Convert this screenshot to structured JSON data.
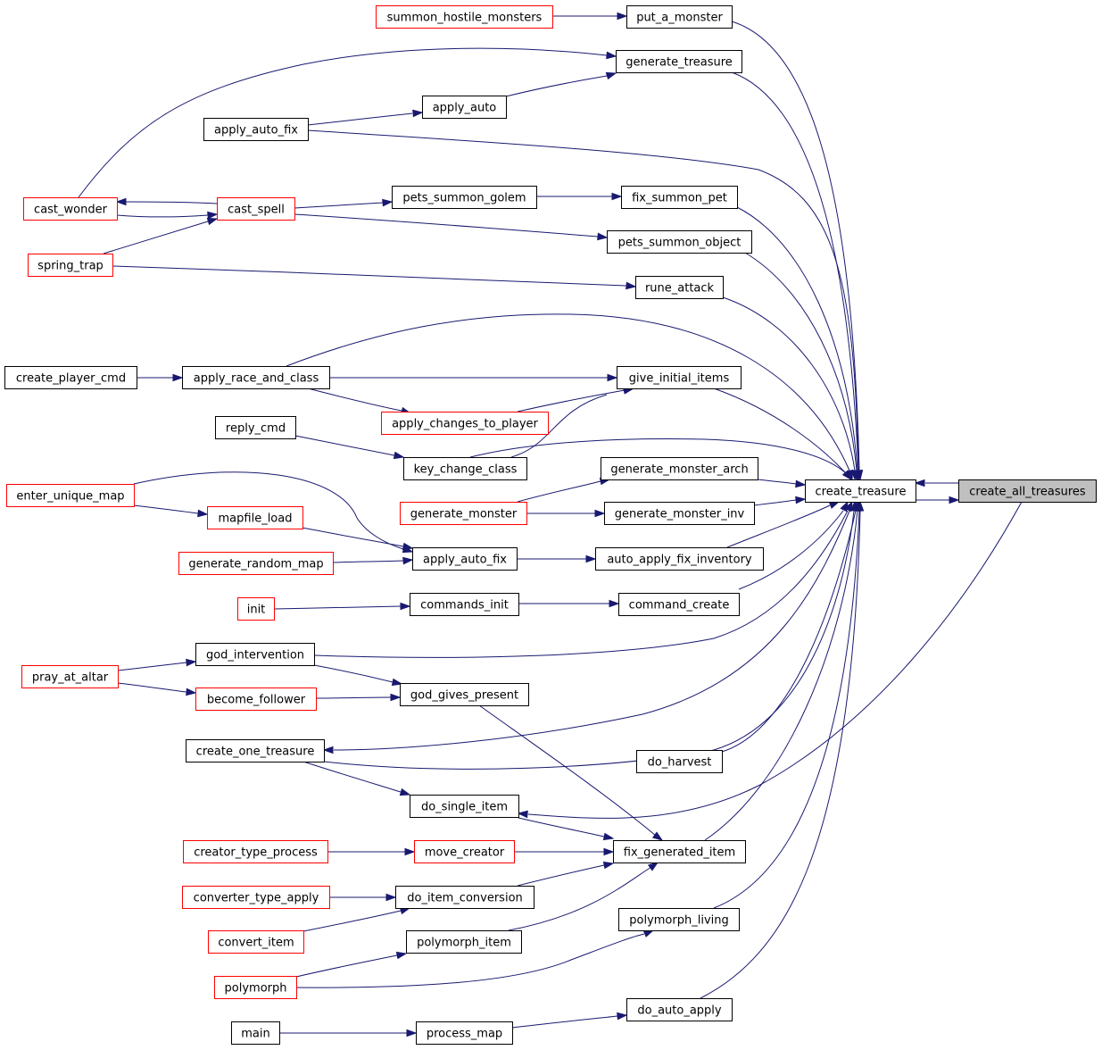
{
  "colors": {
    "edge": "#191970",
    "node_border_default": "#000000",
    "node_border_truncated": "#ff0000",
    "node_fill": "#ffffff",
    "root_fill": "#bfbfbf"
  },
  "nodes": [
    {
      "id": "create_all_treasures",
      "label": "create_all_treasures",
      "style": "root"
    },
    {
      "id": "create_treasure",
      "label": "create_treasure",
      "style": "normal"
    },
    {
      "id": "put_a_monster",
      "label": "put_a_monster",
      "style": "normal"
    },
    {
      "id": "summon_hostile_monsters",
      "label": "summon_hostile_monsters",
      "style": "truncated"
    },
    {
      "id": "generate_treasure",
      "label": "generate_treasure",
      "style": "normal"
    },
    {
      "id": "apply_auto",
      "label": "apply_auto",
      "style": "normal"
    },
    {
      "id": "apply_auto_fix_top",
      "label": "apply_auto_fix",
      "style": "normal"
    },
    {
      "id": "cast_wonder",
      "label": "cast_wonder",
      "style": "truncated"
    },
    {
      "id": "cast_spell",
      "label": "cast_spell",
      "style": "truncated"
    },
    {
      "id": "pets_summon_golem",
      "label": "pets_summon_golem",
      "style": "normal"
    },
    {
      "id": "fix_summon_pet",
      "label": "fix_summon_pet",
      "style": "normal"
    },
    {
      "id": "pets_summon_object",
      "label": "pets_summon_object",
      "style": "normal"
    },
    {
      "id": "spring_trap",
      "label": "spring_trap",
      "style": "truncated"
    },
    {
      "id": "rune_attack",
      "label": "rune_attack",
      "style": "normal"
    },
    {
      "id": "create_player_cmd",
      "label": "create_player_cmd",
      "style": "normal"
    },
    {
      "id": "apply_race_and_class",
      "label": "apply_race_and_class",
      "style": "normal"
    },
    {
      "id": "give_initial_items",
      "label": "give_initial_items",
      "style": "normal"
    },
    {
      "id": "apply_changes_to_player",
      "label": "apply_changes_to_player",
      "style": "truncated"
    },
    {
      "id": "reply_cmd",
      "label": "reply_cmd",
      "style": "normal"
    },
    {
      "id": "key_change_class",
      "label": "key_change_class",
      "style": "normal"
    },
    {
      "id": "generate_monster_arch",
      "label": "generate_monster_arch",
      "style": "normal"
    },
    {
      "id": "generate_monster",
      "label": "generate_monster",
      "style": "truncated"
    },
    {
      "id": "generate_monster_inv",
      "label": "generate_monster_inv",
      "style": "normal"
    },
    {
      "id": "enter_unique_map",
      "label": "enter_unique_map",
      "style": "truncated"
    },
    {
      "id": "mapfile_load",
      "label": "mapfile_load",
      "style": "truncated"
    },
    {
      "id": "generate_random_map",
      "label": "generate_random_map",
      "style": "truncated"
    },
    {
      "id": "apply_auto_fix_mid",
      "label": "apply_auto_fix",
      "style": "normal"
    },
    {
      "id": "auto_apply_fix_inventory",
      "label": "auto_apply_fix_inventory",
      "style": "normal"
    },
    {
      "id": "init",
      "label": "init",
      "style": "truncated"
    },
    {
      "id": "commands_init",
      "label": "commands_init",
      "style": "normal"
    },
    {
      "id": "command_create",
      "label": "command_create",
      "style": "normal"
    },
    {
      "id": "god_intervention",
      "label": "god_intervention",
      "style": "normal"
    },
    {
      "id": "pray_at_altar",
      "label": "pray_at_altar",
      "style": "truncated"
    },
    {
      "id": "become_follower",
      "label": "become_follower",
      "style": "truncated"
    },
    {
      "id": "god_gives_present",
      "label": "god_gives_present",
      "style": "normal"
    },
    {
      "id": "create_one_treasure",
      "label": "create_one_treasure",
      "style": "normal"
    },
    {
      "id": "do_harvest",
      "label": "do_harvest",
      "style": "normal"
    },
    {
      "id": "do_single_item",
      "label": "do_single_item",
      "style": "normal"
    },
    {
      "id": "creator_type_process",
      "label": "creator_type_process",
      "style": "truncated"
    },
    {
      "id": "move_creator",
      "label": "move_creator",
      "style": "truncated"
    },
    {
      "id": "fix_generated_item",
      "label": "fix_generated_item",
      "style": "normal"
    },
    {
      "id": "converter_type_apply",
      "label": "converter_type_apply",
      "style": "truncated"
    },
    {
      "id": "do_item_conversion",
      "label": "do_item_conversion",
      "style": "normal"
    },
    {
      "id": "convert_item",
      "label": "convert_item",
      "style": "truncated"
    },
    {
      "id": "polymorph_item",
      "label": "polymorph_item",
      "style": "normal"
    },
    {
      "id": "polymorph_living",
      "label": "polymorph_living",
      "style": "normal"
    },
    {
      "id": "polymorph",
      "label": "polymorph",
      "style": "truncated"
    },
    {
      "id": "main",
      "label": "main",
      "style": "normal"
    },
    {
      "id": "process_map",
      "label": "process_map",
      "style": "normal"
    },
    {
      "id": "do_auto_apply",
      "label": "do_auto_apply",
      "style": "normal"
    }
  ],
  "edges": [
    {
      "from": "create_treasure",
      "to": "create_all_treasures"
    },
    {
      "from": "create_all_treasures",
      "to": "create_treasure"
    },
    {
      "from": "put_a_monster",
      "to": "create_treasure"
    },
    {
      "from": "summon_hostile_monsters",
      "to": "put_a_monster"
    },
    {
      "from": "generate_treasure",
      "to": "create_treasure"
    },
    {
      "from": "apply_auto",
      "to": "generate_treasure"
    },
    {
      "from": "cast_wonder",
      "to": "generate_treasure"
    },
    {
      "from": "apply_auto_fix_top",
      "to": "apply_auto"
    },
    {
      "from": "apply_auto_fix_top",
      "to": "create_treasure"
    },
    {
      "from": "cast_spell",
      "to": "cast_wonder"
    },
    {
      "from": "cast_wonder",
      "to": "cast_spell"
    },
    {
      "from": "spring_trap",
      "to": "cast_spell"
    },
    {
      "from": "cast_spell",
      "to": "pets_summon_golem"
    },
    {
      "from": "cast_spell",
      "to": "pets_summon_object"
    },
    {
      "from": "pets_summon_golem",
      "to": "fix_summon_pet"
    },
    {
      "from": "fix_summon_pet",
      "to": "create_treasure"
    },
    {
      "from": "pets_summon_object",
      "to": "create_treasure"
    },
    {
      "from": "spring_trap",
      "to": "rune_attack"
    },
    {
      "from": "rune_attack",
      "to": "create_treasure"
    },
    {
      "from": "create_player_cmd",
      "to": "apply_race_and_class"
    },
    {
      "from": "apply_race_and_class",
      "to": "create_treasure"
    },
    {
      "from": "apply_race_and_class",
      "to": "give_initial_items"
    },
    {
      "from": "apply_race_and_class",
      "to": "apply_changes_to_player"
    },
    {
      "from": "apply_changes_to_player",
      "to": "give_initial_items"
    },
    {
      "from": "key_change_class",
      "to": "give_initial_items"
    },
    {
      "from": "give_initial_items",
      "to": "create_treasure"
    },
    {
      "from": "reply_cmd",
      "to": "key_change_class"
    },
    {
      "from": "key_change_class",
      "to": "create_treasure"
    },
    {
      "from": "generate_monster",
      "to": "generate_monster_arch"
    },
    {
      "from": "generate_monster",
      "to": "generate_monster_inv"
    },
    {
      "from": "generate_monster_arch",
      "to": "create_treasure"
    },
    {
      "from": "generate_monster_inv",
      "to": "create_treasure"
    },
    {
      "from": "enter_unique_map",
      "to": "mapfile_load"
    },
    {
      "from": "enter_unique_map",
      "to": "apply_auto_fix_mid"
    },
    {
      "from": "mapfile_load",
      "to": "apply_auto_fix_mid"
    },
    {
      "from": "generate_random_map",
      "to": "apply_auto_fix_mid"
    },
    {
      "from": "apply_auto_fix_mid",
      "to": "auto_apply_fix_inventory"
    },
    {
      "from": "auto_apply_fix_inventory",
      "to": "create_treasure"
    },
    {
      "from": "init",
      "to": "commands_init"
    },
    {
      "from": "commands_init",
      "to": "command_create"
    },
    {
      "from": "command_create",
      "to": "create_treasure"
    },
    {
      "from": "pray_at_altar",
      "to": "god_intervention"
    },
    {
      "from": "pray_at_altar",
      "to": "become_follower"
    },
    {
      "from": "god_intervention",
      "to": "create_treasure"
    },
    {
      "from": "god_intervention",
      "to": "god_gives_present"
    },
    {
      "from": "become_follower",
      "to": "god_gives_present"
    },
    {
      "from": "god_gives_present",
      "to": "fix_generated_item"
    },
    {
      "from": "create_treasure",
      "to": "create_one_treasure"
    },
    {
      "from": "create_one_treasure",
      "to": "create_treasure"
    },
    {
      "from": "create_one_treasure",
      "to": "do_single_item"
    },
    {
      "from": "do_harvest",
      "to": "create_treasure"
    },
    {
      "from": "create_all_treasures",
      "to": "do_single_item"
    },
    {
      "from": "do_single_item",
      "to": "fix_generated_item"
    },
    {
      "from": "fix_generated_item",
      "to": "create_treasure"
    },
    {
      "from": "creator_type_process",
      "to": "move_creator"
    },
    {
      "from": "move_creator",
      "to": "fix_generated_item"
    },
    {
      "from": "converter_type_apply",
      "to": "do_item_conversion"
    },
    {
      "from": "convert_item",
      "to": "do_item_conversion"
    },
    {
      "from": "do_item_conversion",
      "to": "fix_generated_item"
    },
    {
      "from": "polymorph_item",
      "to": "fix_generated_item"
    },
    {
      "from": "polymorph",
      "to": "polymorph_item"
    },
    {
      "from": "polymorph",
      "to": "polymorph_living"
    },
    {
      "from": "polymorph_living",
      "to": "create_treasure"
    },
    {
      "from": "main",
      "to": "process_map"
    },
    {
      "from": "process_map",
      "to": "do_auto_apply"
    },
    {
      "from": "do_auto_apply",
      "to": "create_treasure"
    }
  ]
}
